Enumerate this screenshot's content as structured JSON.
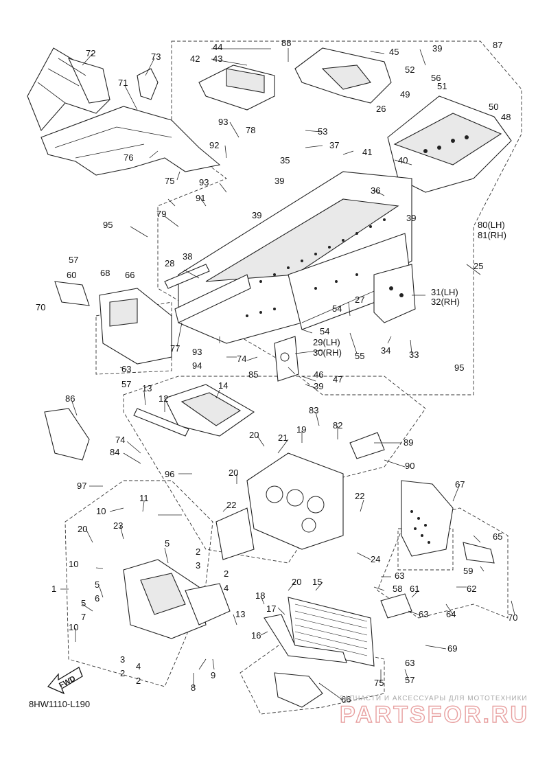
{
  "diagram": {
    "code": "8HW1110-L190",
    "fwd_label": "FWD",
    "watermark": {
      "subtitle": "ЗАПЧАСТИ И АКСЕССУАРЫ ДЛЯ МОТОТЕХНИКИ",
      "brand": "PARTSFOR.RU"
    },
    "callouts": [
      "72",
      "73",
      "71",
      "76",
      "75",
      "88",
      "44",
      "42",
      "43",
      "45",
      "26",
      "39",
      "52",
      "56",
      "49",
      "51",
      "50",
      "48",
      "87",
      "93",
      "78",
      "92",
      "53",
      "37",
      "41",
      "35",
      "39",
      "93",
      "40",
      "36",
      "91",
      "79",
      "95",
      "39",
      "39",
      "80(LH)",
      "81(RH)",
      "25",
      "57",
      "60",
      "66",
      "68",
      "70",
      "28",
      "38",
      "27",
      "31(LH)",
      "32(RH)",
      "54",
      "54",
      "29(LH)",
      "30(RH)",
      "34",
      "33",
      "55",
      "77",
      "93",
      "94",
      "74",
      "85",
      "46",
      "47",
      "39",
      "63",
      "57",
      "86",
      "13",
      "12",
      "14",
      "83",
      "82",
      "19",
      "89",
      "20",
      "21",
      "90",
      "74",
      "84",
      "96",
      "20",
      "97",
      "11",
      "10",
      "22",
      "22",
      "67",
      "23",
      "20",
      "5",
      "2",
      "3",
      "24",
      "65",
      "10",
      "5",
      "6",
      "2",
      "4",
      "63",
      "58",
      "61",
      "59",
      "62",
      "1",
      "5",
      "7",
      "13",
      "18",
      "20",
      "15",
      "17",
      "63",
      "64",
      "70",
      "10",
      "16",
      "69",
      "3",
      "4",
      "2",
      "2",
      "8",
      "9",
      "75",
      "63",
      "57",
      "66",
      "95"
    ]
  }
}
